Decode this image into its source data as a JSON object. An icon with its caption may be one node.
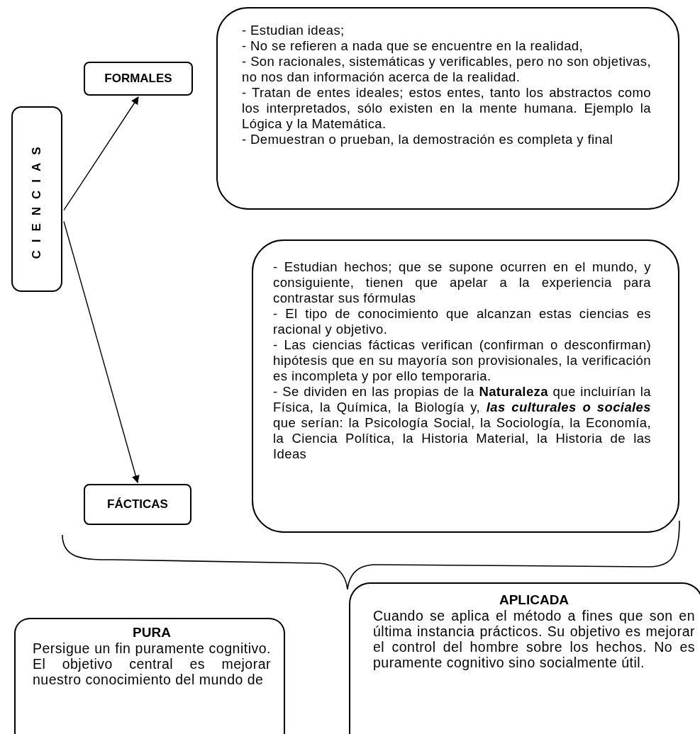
{
  "diagram": {
    "nodes": [
      {
        "text": [
          "CIENCIAS"
        ]
      },
      {
        "text": [
          "FORMALES"
        ]
      },
      {
        "text": [
          "- Estudian ideas;",
          "- No se refieren a nada que se encuentre en la realidad,",
          "- Son racionales, sistemáticas y verificables, pero no son objetivas, no nos dan información acerca de la realidad.",
          "- Tratan de entes ideales; estos entes, tanto los abstractos como los interpretados, sólo existen en la mente humana. Ejemplo la Lógica y la Matemática.",
          "- Demuestran o prueban, la demostración es completa y final"
        ]
      },
      {
        "text": [
          "FÁCTICAS"
        ]
      },
      {
        "text": [
          "- Estudian hechos; que se supone ocurren en el mundo, y consiguiente, tienen que apelar a la experiencia para contrastar sus fórmulas",
          "- El tipo de conocimiento que alcanzan estas ciencias es racional y objetivo.",
          "- Las ciencias fácticas verifican (confirman o desconfirman) hipótesis que en su mayoría son provisionales, la verificación es incompleta y por ello temporaria.",
          "- Se dividen en las propias de la **Naturaleza** que incluirían la Física, la Química, la Biología y, *las culturales o sociales* que serían: la Psicología Social, la Sociología, la Economía, la Ciencia Política, la Historia Material, la Historia de las Ideas"
        ]
      },
      {
        "text": [
          "PURA",
          "Persigue un fin puramente cognitivo. El objetivo central es mejorar nuestro conocimiento del mundo de"
        ]
      },
      {
        "text": [
          "APLICADA",
          "Cuando se aplica el método a fines que son en última instancia prácticos. Su objetivo es mejorar el control del hombre sobre los hechos. No es puramente cognitivo sino socialmente útil."
        ]
      }
    ],
    "edges": [
      {
        "from": 0,
        "to": 1,
        "arrow": "to"
      },
      {
        "from": 0,
        "to": 3,
        "arrow": "to"
      }
    ]
  }
}
